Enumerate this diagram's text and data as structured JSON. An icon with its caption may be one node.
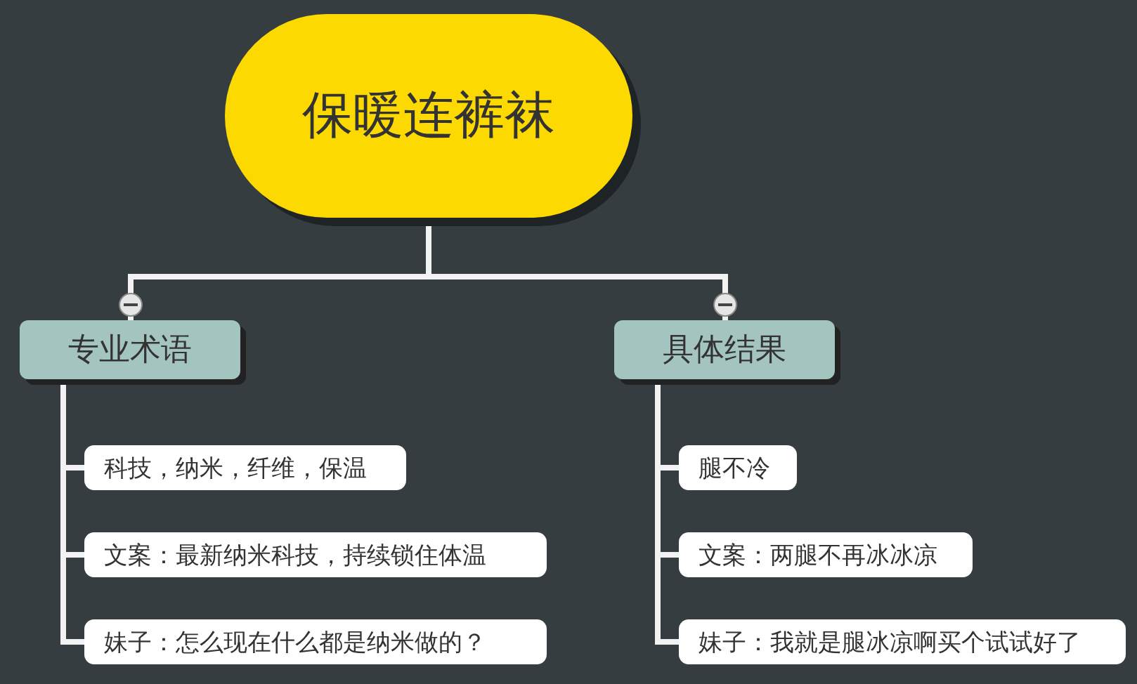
{
  "diagram": {
    "nodes": [
      {
        "text": [
          "保暖连裤袜"
        ]
      },
      {
        "text": [
          "专业术语"
        ]
      },
      {
        "text": [
          "具体结果"
        ]
      },
      {
        "text": [
          "科技，纳米，纤维，保温"
        ]
      },
      {
        "text": [
          "文案：最新纳米科技，持续锁住体温"
        ]
      },
      {
        "text": [
          "妹子：怎么现在什么都是纳米做的？"
        ]
      },
      {
        "text": [
          "腿不冷"
        ]
      },
      {
        "text": [
          "文案：两腿不再冰冰凉"
        ]
      },
      {
        "text": [
          "妹子：我就是腿冰凉啊买个试试好了"
        ]
      }
    ],
    "edges": [
      {
        "from": 0,
        "to": 1,
        "arrow": "none"
      },
      {
        "from": 0,
        "to": 2,
        "arrow": "none"
      },
      {
        "from": 1,
        "to": 3,
        "arrow": "none"
      },
      {
        "from": 1,
        "to": 4,
        "arrow": "none"
      },
      {
        "from": 1,
        "to": 5,
        "arrow": "none"
      },
      {
        "from": 2,
        "to": 6,
        "arrow": "none"
      },
      {
        "from": 2,
        "to": 7,
        "arrow": "none"
      },
      {
        "from": 2,
        "to": 8,
        "arrow": "none"
      }
    ]
  }
}
